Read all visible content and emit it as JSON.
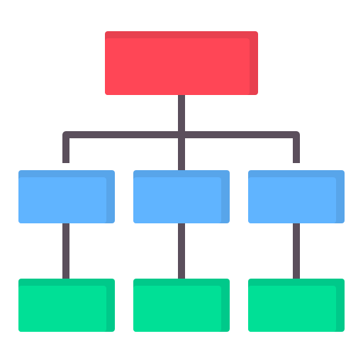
{
  "diagram": {
    "type": "hierarchy-icon",
    "colors": {
      "connector": "#5b4f5c",
      "root": "#ff4656",
      "root_shade": "#e8404f",
      "level2": "#60b4ff",
      "level2_shade": "#58a5ea",
      "level3": "#00e096",
      "level3_shade": "#00c98a",
      "background": "#ffffff"
    },
    "nodes": [
      {
        "id": "root",
        "level": 1,
        "color_key": "root"
      },
      {
        "id": "mid-left",
        "level": 2,
        "parent": "root",
        "color_key": "level2"
      },
      {
        "id": "mid-center",
        "level": 2,
        "parent": "root",
        "color_key": "level2"
      },
      {
        "id": "mid-right",
        "level": 2,
        "parent": "root",
        "color_key": "level2"
      },
      {
        "id": "leaf-left",
        "level": 3,
        "parent": "mid-left",
        "color_key": "level3"
      },
      {
        "id": "leaf-center",
        "level": 3,
        "parent": "mid-center",
        "color_key": "level3"
      },
      {
        "id": "leaf-right",
        "level": 3,
        "parent": "mid-right",
        "color_key": "level3"
      }
    ]
  }
}
